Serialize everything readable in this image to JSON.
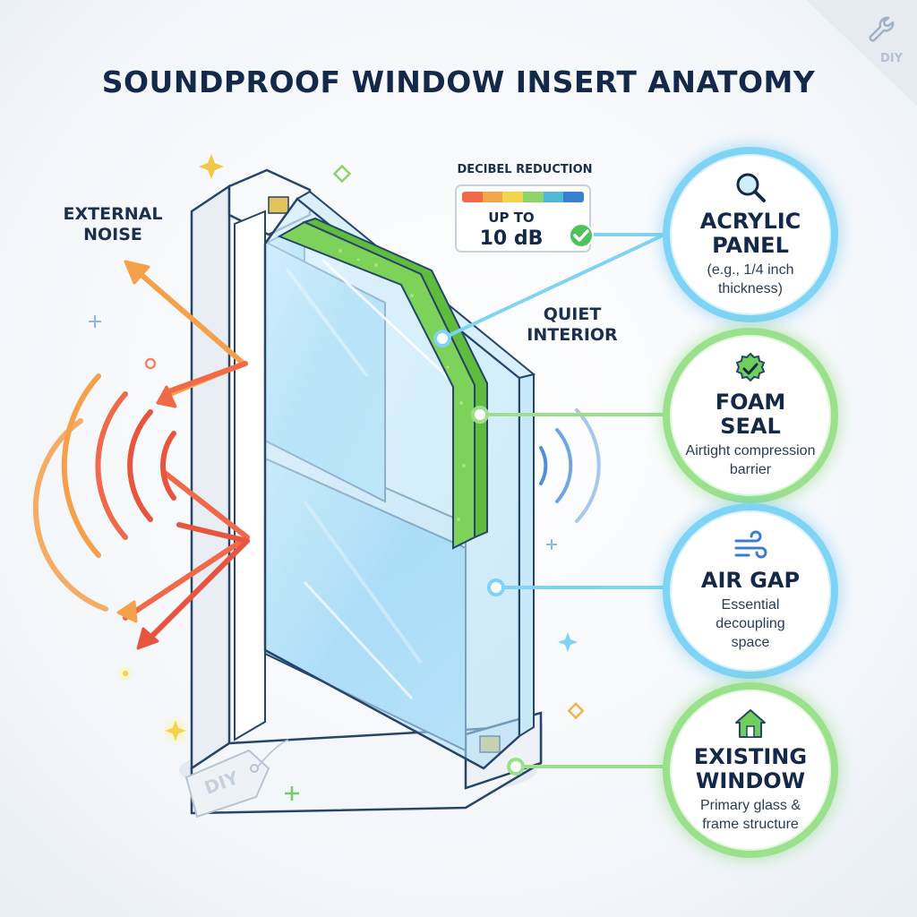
{
  "title": "SOUNDPROOF WINDOW INSERT ANATOMY",
  "labels": {
    "external_noise": "EXTERNAL\nNOISE",
    "quiet_interior": "QUIET\nINTERIOR"
  },
  "decibel": {
    "heading": "DECIBEL REDUCTION",
    "line1": "UP TO",
    "line2": "10 dB",
    "scale_colors": [
      "#f06a4a",
      "#f5a54a",
      "#f3d44a",
      "#8fd46a",
      "#4fb8d8",
      "#3a7ed0"
    ]
  },
  "callouts": [
    {
      "title": "ACRYLIC\nPANEL",
      "desc": "(e.g., 1/4 inch\nthickness)",
      "icon": "magnifier-icon",
      "accent": "#7fd3f5"
    },
    {
      "title": "FOAM\nSEAL",
      "desc": "Airtight compression\nbarrier",
      "icon": "badge-check-icon",
      "accent": "#9be08c"
    },
    {
      "title": "AIR GAP",
      "desc": "Essential\ndecoupling\nspace",
      "icon": "wind-icon",
      "accent": "#7fd3f5"
    },
    {
      "title": "EXISTING\nWINDOW",
      "desc": "Primary glass &\nframe structure",
      "icon": "house-icon",
      "accent": "#9be08c"
    }
  ],
  "tag_text": "DIY",
  "corner_badge_text": "DIY",
  "colors": {
    "navy": "#14294a",
    "blue_glow": "#7fd3f5",
    "green_glow": "#9be08c",
    "foam": "#6fcf4a",
    "noise_red": "#e8553f",
    "noise_orange": "#f5a04a"
  }
}
